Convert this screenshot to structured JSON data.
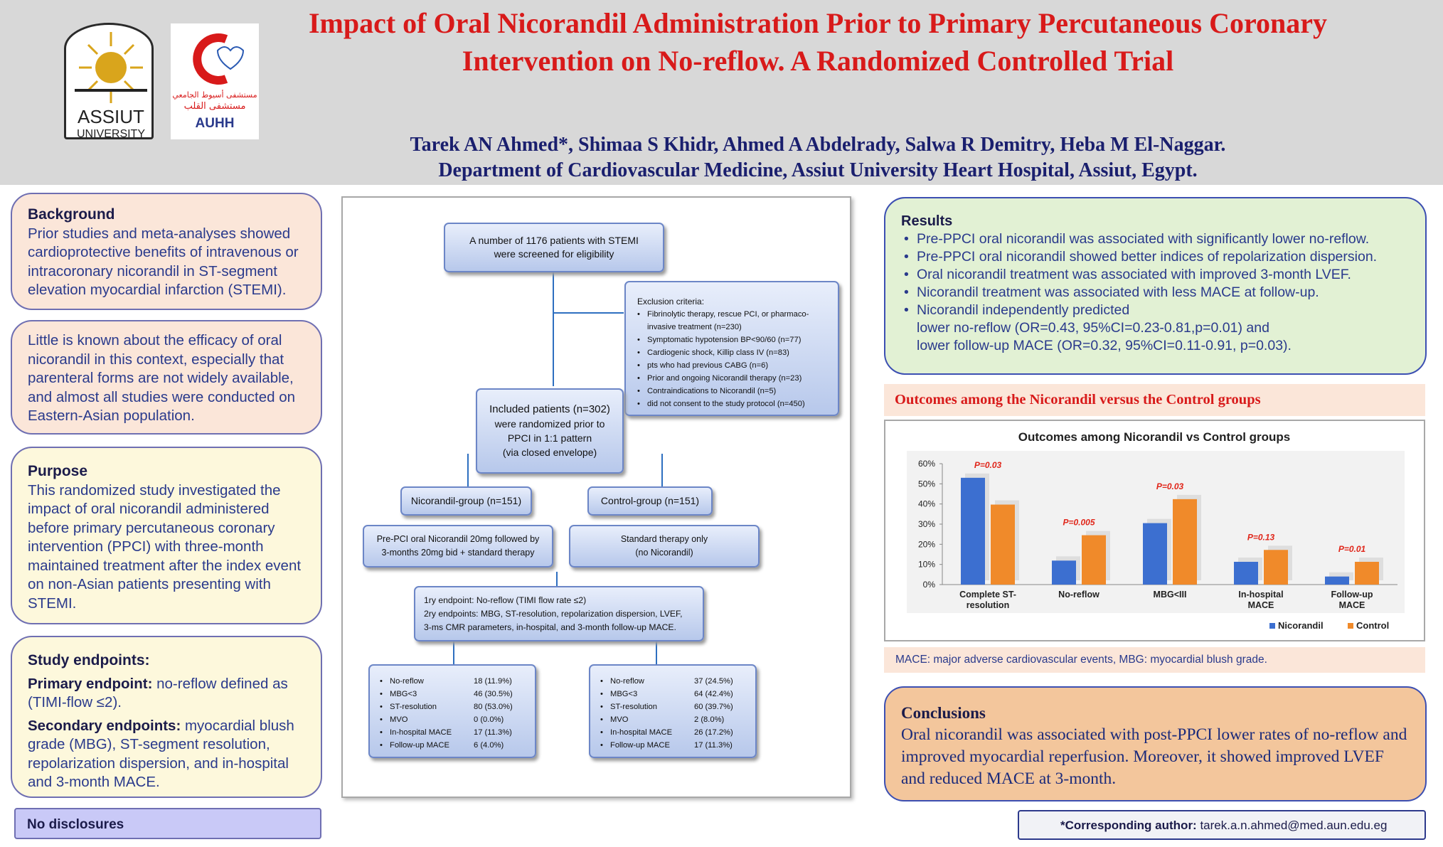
{
  "header": {
    "title_line1": "Impact of Oral Nicorandil Administration Prior to Primary Percutaneous Coronary",
    "title_line2": "Intervention on No-reflow. A Randomized Controlled Trial",
    "authors": "Tarek AN Ahmed*, Shimaa S Khidr, Ahmed A Abdelrady, Salwa R Demitry, Heba M El-Naggar.",
    "department": "Department of Cardiovascular Medicine, Assiut University Heart Hospital, Assiut, Egypt.",
    "logo1": {
      "top": "ASSIUT",
      "bottom": "UNIVERSITY"
    },
    "logo2": {
      "arabic1": "مستشفى أسيوط الجامعي",
      "arabic2": "مستشفى القلب",
      "abbr": "AUHH"
    }
  },
  "background": {
    "heading": "Background",
    "text": "Prior studies and meta-analyses showed cardioprotective benefits of intravenous or intracoronary nicorandil in ST-segment elevation myocardial infarction (STEMI)."
  },
  "little_known": {
    "text": "Little is known about the efficacy of oral nicorandil in this context, especially that parenteral forms are not widely available, and almost all studies were conducted on Eastern-Asian population."
  },
  "purpose": {
    "heading": "Purpose",
    "text": "This randomized study investigated the impact of oral nicorandil administered before primary percutaneous coronary intervention (PPCI) with three-month maintained treatment after the index event on non-Asian patients presenting with STEMI."
  },
  "endpoints": {
    "heading": "Study endpoints:",
    "primary_label": "Primary endpoint:",
    "primary_text": "no-reflow defined as (TIMI-flow ≤2).",
    "secondary_label": "Secondary endpoints:",
    "secondary_text": "myocardial blush grade (MBG), ST-segment resolution, repolarization dispersion, and in-hospital and 3-month MACE."
  },
  "disclosures": "No disclosures",
  "flowchart": {
    "screen_line1": "A number of 1176 patients with STEMI",
    "screen_line2": "were screened for eligibility",
    "exclusion_title": "Exclusion criteria:",
    "exclusion_items": [
      "Fibrinolytic therapy, rescue PCI, or pharmaco-invasive treatment (n=230)",
      "Symptomatic hypotension BP<90/60 (n=77)",
      "Cardiogenic shock, Killip class IV (n=83)",
      "pts who had previous CABG (n=6)",
      "Prior and ongoing Nicorandil therapy (n=23)",
      "Contraindications to Nicorandil (n=5)",
      "did not consent to the study protocol (n=450)"
    ],
    "included_line1": "Included patients (n=302)",
    "included_line2": "were randomized prior to",
    "included_line3": "PPCI in 1:1 pattern",
    "included_line4": "(via closed envelope)",
    "nico_group": "Nicorandil-group (n=151)",
    "control_group": "Control-group (n=151)",
    "nico_tx_line1": "Pre-PCI oral Nicorandil 20mg followed by",
    "nico_tx_line2": "3-months 20mg bid + standard therapy",
    "control_tx_line1": "Standard therapy only",
    "control_tx_line2": "(no Nicorandil)",
    "endpoint_line1": "1ry endpoint: No-reflow (TIMI flow rate ≤2)",
    "endpoint_line2": "2ry endpoints: MBG, ST-resolution, repolarization dispersion, LVEF,",
    "endpoint_line3": "3-ms CMR parameters, in-hospital, and 3-month follow-up MACE.",
    "nico_results": [
      {
        "k": "No-reflow",
        "v": "18 (11.9%)"
      },
      {
        "k": "MBG<3",
        "v": "46 (30.5%)"
      },
      {
        "k": "ST-resolution",
        "v": "80 (53.0%)"
      },
      {
        "k": "MVO",
        "v": "0 (0.0%)"
      },
      {
        "k": "In-hospital MACE",
        "v": "17 (11.3%)"
      },
      {
        "k": "Follow-up MACE",
        "v": "6 (4.0%)"
      }
    ],
    "control_results": [
      {
        "k": "No-reflow",
        "v": "37 (24.5%)"
      },
      {
        "k": "MBG<3",
        "v": "64 (42.4%)"
      },
      {
        "k": "ST-resolution",
        "v": "60 (39.7%)"
      },
      {
        "k": "MVO",
        "v": "2 (8.0%)"
      },
      {
        "k": "In-hospital MACE",
        "v": "26 (17.2%)"
      },
      {
        "k": "Follow-up MACE",
        "v": "17 (11.3%)"
      }
    ]
  },
  "results": {
    "heading": "Results",
    "items": [
      "Pre-PPCI oral nicorandil was associated with significantly lower no-reflow.",
      "Pre-PPCI oral nicorandil showed better indices of repolarization dispersion.",
      "Oral nicorandil treatment was associated with improved 3-month LVEF.",
      "Nicorandil treatment was associated with less MACE at follow-up.",
      "Nicorandil independently predicted"
    ],
    "cont1": "lower no-reflow (OR=0.43, 95%CI=0.23-0.81,p=0.01) and",
    "cont2": "lower follow-up MACE (OR=0.32, 95%CI=0.11-0.91, p=0.03)."
  },
  "outcomes_title": "Outcomes among the Nicorandil versus the Control groups",
  "chart_data": {
    "type": "bar",
    "title": "Outcomes among Nicorandil vs Control groups",
    "categories": [
      [
        "Complete ST-",
        "resolution"
      ],
      [
        "No-reflow"
      ],
      [
        "MBG<III"
      ],
      [
        "In-hospital",
        "MACE"
      ],
      [
        "Follow-up",
        "MACE"
      ]
    ],
    "series": [
      {
        "name": "Nicorandil",
        "color": "#3c6fd0",
        "values": [
          53.0,
          11.9,
          30.5,
          11.3,
          4.0
        ]
      },
      {
        "name": "Control",
        "color": "#f08a2a",
        "values": [
          39.7,
          24.5,
          42.4,
          17.2,
          11.3
        ]
      }
    ],
    "p_values": [
      "P=0.03",
      "P=0.005",
      "P=0.03",
      "P=0.13",
      "P=0.01"
    ],
    "yticks": [
      "0%",
      "10%",
      "20%",
      "30%",
      "40%",
      "50%",
      "60%"
    ],
    "ylim": [
      0,
      60
    ],
    "legend": "bottom-right"
  },
  "mace_note": "MACE: major adverse cardiovascular events, MBG: myocardial blush grade.",
  "conclusions": {
    "heading": "Conclusions",
    "text": "Oral nicorandil was associated with post-PPCI lower rates of no-reflow and improved myocardial reperfusion. Moreover, it showed improved LVEF and reduced MACE at 3-month."
  },
  "corresponding": {
    "label": "*Corresponding author:",
    "email": "tarek.a.n.ahmed@med.aun.edu.eg"
  }
}
